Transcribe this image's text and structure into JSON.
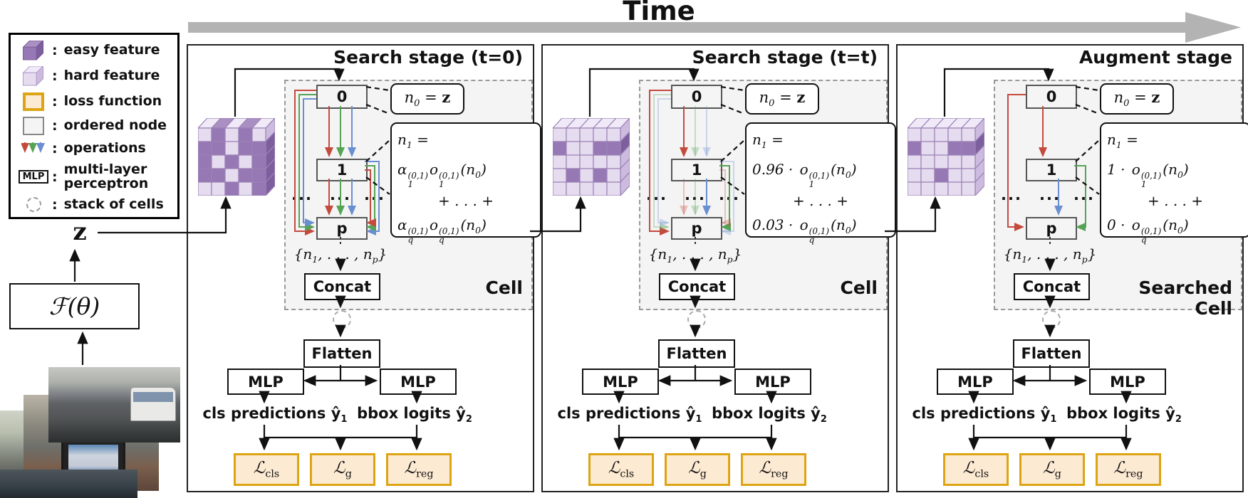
{
  "header": {
    "title": "Time"
  },
  "legend": {
    "colon": ":",
    "items": [
      {
        "name": "easy-feature",
        "label": "easy feature"
      },
      {
        "name": "hard-feature",
        "label": "hard feature"
      },
      {
        "name": "loss-function",
        "label": "loss function"
      },
      {
        "name": "ordered-node",
        "label": "ordered node"
      },
      {
        "name": "operations",
        "label": "operations"
      },
      {
        "name": "mlp",
        "label": "multi-layer perceptron",
        "icon_text": "MLP"
      },
      {
        "name": "stack-of-cells",
        "label": "stack of cells"
      }
    ]
  },
  "encoder": {
    "latent": "z",
    "function": "ℱ(θ)"
  },
  "colors": {
    "easy": "#9678b4",
    "easy_top": "#a98fc2",
    "easy_side": "#7e5f9e",
    "hard": "#e6dcf0",
    "hard_top": "#f0e9f8",
    "hard_side": "#cdbbdf",
    "grid_stroke": "#9b82b5",
    "loss_fill": "#fdead2",
    "loss_border": "#dda413",
    "op_red": "#c44a3d",
    "op_green": "#56a356",
    "op_blue": "#6a8fd0",
    "time_arrow": "#b3b3b3"
  },
  "panels": [
    {
      "title": "Search stage (t=0)",
      "cell_label": "Cell",
      "nodes": {
        "n0": "0",
        "n1": "1",
        "np": "p"
      },
      "ellipsis": "...",
      "node0_note": {
        "var": "n",
        "sub": "0",
        "eq": " = ",
        "val": "z"
      },
      "formula": {
        "lhs_var": "n",
        "lhs_sub": "1",
        "lhs_eq": " =",
        "t1": {
          "coef": "α",
          "coef_sub": "1",
          "coef_sup": "(0,1)",
          "op": "o",
          "op_sub": "1",
          "op_sup": "(0,1)",
          "arg_open": "(",
          "arg_var": "n",
          "arg_sub": "0",
          "arg_close": ")"
        },
        "mid": "+ . . . +",
        "t2": {
          "coef": "α",
          "coef_sub": "q",
          "coef_sup": "(0,1)",
          "op": "o",
          "op_sub": "q",
          "op_sup": "(0,1)",
          "arg_open": "(",
          "arg_var": "n",
          "arg_sub": "0",
          "arg_close": ")"
        }
      },
      "set_label": {
        "open": "{",
        "v1": "n",
        "v1_sub": "1",
        "mid": ", . . . , ",
        "v2": "n",
        "v2_sub": "p",
        "close": "}"
      },
      "boxes": {
        "concat": "Concat",
        "flatten": "Flatten",
        "mlp_left": "MLP",
        "mlp_right": "MLP"
      },
      "pred": {
        "cls_label": "cls predictions ",
        "cls_var": "ŷ",
        "cls_sub": "1",
        "bbox_label": "bbox logits ",
        "bbox_var": "ŷ",
        "bbox_sub": "2"
      },
      "losses": [
        {
          "sym": "ℒ",
          "sub": "cls"
        },
        {
          "sym": "ℒ",
          "sub": "g"
        },
        {
          "sym": "ℒ",
          "sub": "reg"
        }
      ],
      "grid": [
        [
          "H",
          "E",
          "H",
          "E",
          "H"
        ],
        [
          "E",
          "E",
          "H",
          "E",
          "E"
        ],
        [
          "E",
          "H",
          "E",
          "H",
          "E"
        ],
        [
          "E",
          "E",
          "H",
          "E",
          "E"
        ],
        [
          "H",
          "H",
          "E",
          "H",
          "E"
        ]
      ]
    },
    {
      "title": "Search stage (t=t)",
      "cell_label": "Cell",
      "nodes": {
        "n0": "0",
        "n1": "1",
        "np": "p"
      },
      "ellipsis": "...",
      "node0_note": {
        "var": "n",
        "sub": "0",
        "eq": " = ",
        "val": "z"
      },
      "formula": {
        "lhs_var": "n",
        "lhs_sub": "1",
        "lhs_eq": " =",
        "t1": {
          "coef": "0.96 · ",
          "op": "o",
          "op_sub": "1",
          "op_sup": "(0,1)",
          "arg_open": "(",
          "arg_var": "n",
          "arg_sub": "0",
          "arg_close": ")"
        },
        "mid": "+ . . . +",
        "t2": {
          "coef": "0.03 · ",
          "op": "o",
          "op_sub": "q",
          "op_sup": "(0,1)",
          "arg_open": "(",
          "arg_var": "n",
          "arg_sub": "0",
          "arg_close": ")"
        }
      },
      "set_label": {
        "open": "{",
        "v1": "n",
        "v1_sub": "1",
        "mid": ", . . . , ",
        "v2": "n",
        "v2_sub": "p",
        "close": "}"
      },
      "boxes": {
        "concat": "Concat",
        "flatten": "Flatten",
        "mlp_left": "MLP",
        "mlp_right": "MLP"
      },
      "pred": {
        "cls_label": "cls predictions ",
        "cls_var": "ŷ",
        "cls_sub": "1",
        "bbox_label": "bbox logits ",
        "bbox_var": "ŷ",
        "bbox_sub": "2"
      },
      "losses": [
        {
          "sym": "ℒ",
          "sub": "cls"
        },
        {
          "sym": "ℒ",
          "sub": "g"
        },
        {
          "sym": "ℒ",
          "sub": "reg"
        }
      ],
      "grid": [
        [
          "H",
          "H",
          "H",
          "H",
          "H"
        ],
        [
          "E",
          "H",
          "H",
          "E",
          "E"
        ],
        [
          "H",
          "H",
          "H",
          "H",
          "H"
        ],
        [
          "H",
          "E",
          "H",
          "E",
          "H"
        ],
        [
          "H",
          "H",
          "H",
          "H",
          "H"
        ]
      ]
    },
    {
      "title": "Augment stage",
      "cell_label": "Searched Cell",
      "nodes": {
        "n0": "0",
        "n1": "1",
        "np": "p"
      },
      "ellipsis": "...",
      "node0_note": {
        "var": "n",
        "sub": "0",
        "eq": " = ",
        "val": "z"
      },
      "formula": {
        "lhs_var": "n",
        "lhs_sub": "1",
        "lhs_eq": " =",
        "t1": {
          "coef": "1 · ",
          "op": "o",
          "op_sub": "1",
          "op_sup": "(0,1)",
          "arg_open": "(",
          "arg_var": "n",
          "arg_sub": "0",
          "arg_close": ")"
        },
        "mid": "+ . . . +",
        "t2": {
          "coef": "0 · ",
          "op": "o",
          "op_sub": "q",
          "op_sup": "(0,1)",
          "arg_open": "(",
          "arg_var": "n",
          "arg_sub": "0",
          "arg_close": ")"
        }
      },
      "set_label": {
        "open": "{",
        "v1": "n",
        "v1_sub": "1",
        "mid": ", . . . , ",
        "v2": "n",
        "v2_sub": "p",
        "close": "}"
      },
      "boxes": {
        "concat": "Concat",
        "flatten": "Flatten",
        "mlp_left": "MLP",
        "mlp_right": "MLP"
      },
      "pred": {
        "cls_label": "cls predictions ",
        "cls_var": "ŷ",
        "cls_sub": "1",
        "bbox_label": "bbox logits ",
        "bbox_var": "ŷ",
        "bbox_sub": "2"
      },
      "losses": [
        {
          "sym": "ℒ",
          "sub": "cls"
        },
        {
          "sym": "ℒ",
          "sub": "g"
        },
        {
          "sym": "ℒ",
          "sub": "reg"
        }
      ],
      "grid": [
        [
          "H",
          "H",
          "H",
          "H",
          "H"
        ],
        [
          "E",
          "H",
          "H",
          "E",
          "E"
        ],
        [
          "H",
          "H",
          "H",
          "H",
          "H"
        ],
        [
          "H",
          "H",
          "E",
          "H",
          "H"
        ],
        [
          "H",
          "H",
          "H",
          "H",
          "H"
        ]
      ]
    }
  ]
}
